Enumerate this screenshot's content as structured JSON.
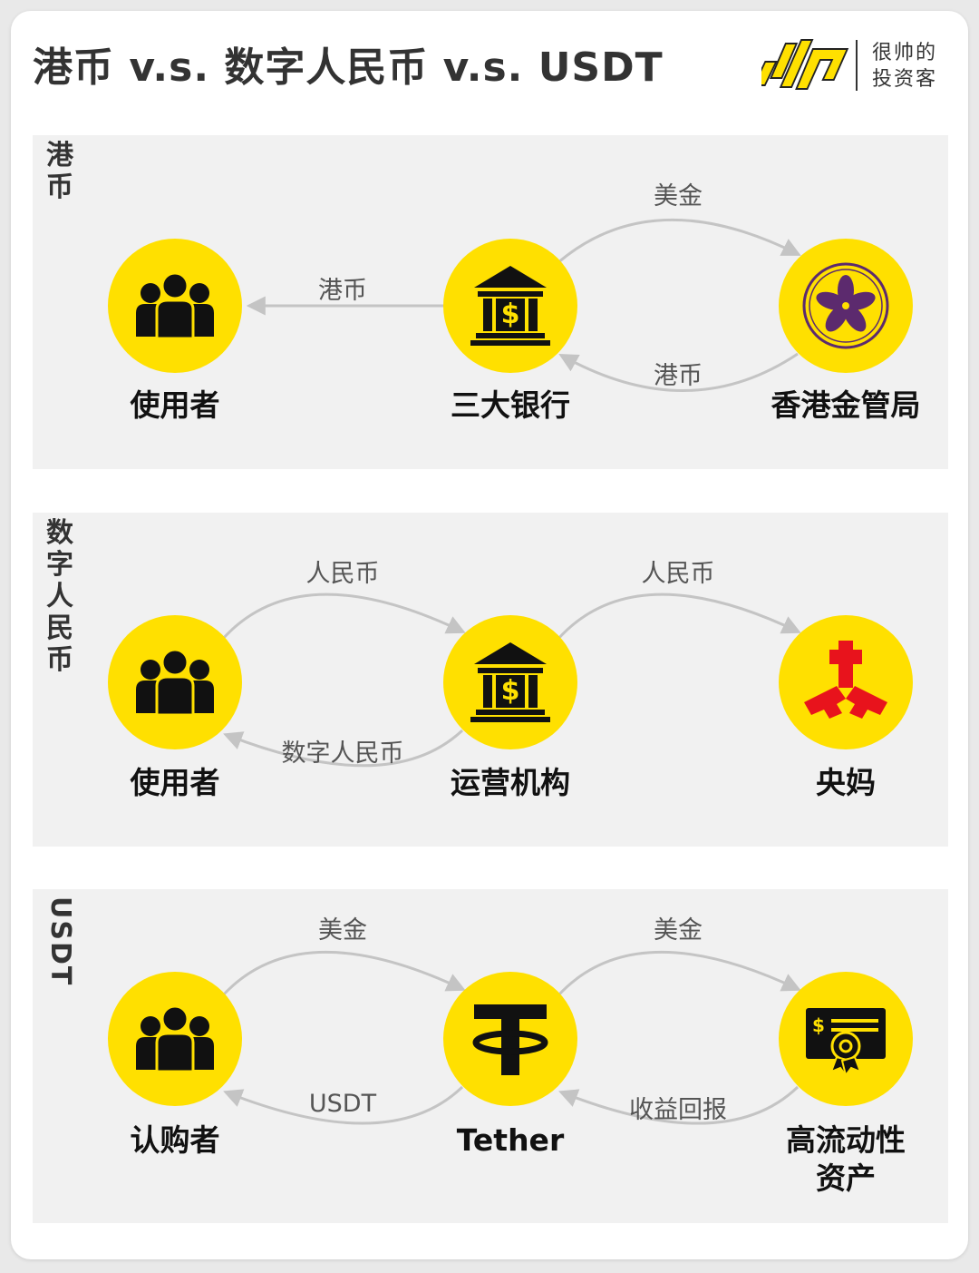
{
  "header": {
    "title": "港币 v.s. 数字人民币 v.s. USDT",
    "logo_text_line1": "很帅的",
    "logo_text_line2": "投资客"
  },
  "colors": {
    "accent_yellow": "#ffe000",
    "panel_bg": "#f1f1f1",
    "arrow_gray": "#c4c4c4",
    "pboc_red": "#e8131c",
    "bauhinia_purple": "#5c2a6e"
  },
  "sections": [
    {
      "side_label": "港币",
      "nodes": [
        {
          "label": "使用者",
          "icon": "users-icon"
        },
        {
          "label": "三大银行",
          "icon": "bank-icon"
        },
        {
          "label": "香港金管局",
          "icon": "hkma-bauhinia-icon"
        }
      ],
      "arrows": {
        "left_top": "港币",
        "right_top": "美金",
        "right_bottom": "港币"
      }
    },
    {
      "side_label": "数字人民币",
      "nodes": [
        {
          "label": "使用者",
          "icon": "users-icon"
        },
        {
          "label": "运营机构",
          "icon": "bank-icon"
        },
        {
          "label": "央妈",
          "icon": "pboc-logo-icon"
        }
      ],
      "arrows": {
        "left_top": "人民币",
        "left_bottom": "数字人民币",
        "right_top": "人民币"
      }
    },
    {
      "side_label": "USDT",
      "nodes": [
        {
          "label": "认购者",
          "icon": "users-icon"
        },
        {
          "label": "Tether",
          "icon": "tether-icon"
        },
        {
          "label": "高流动性",
          "label_line2": "资产",
          "icon": "certificate-icon"
        }
      ],
      "arrows": {
        "left_top": "美金",
        "left_bottom": "USDT",
        "right_top": "美金",
        "right_bottom": "收益回报"
      }
    }
  ]
}
